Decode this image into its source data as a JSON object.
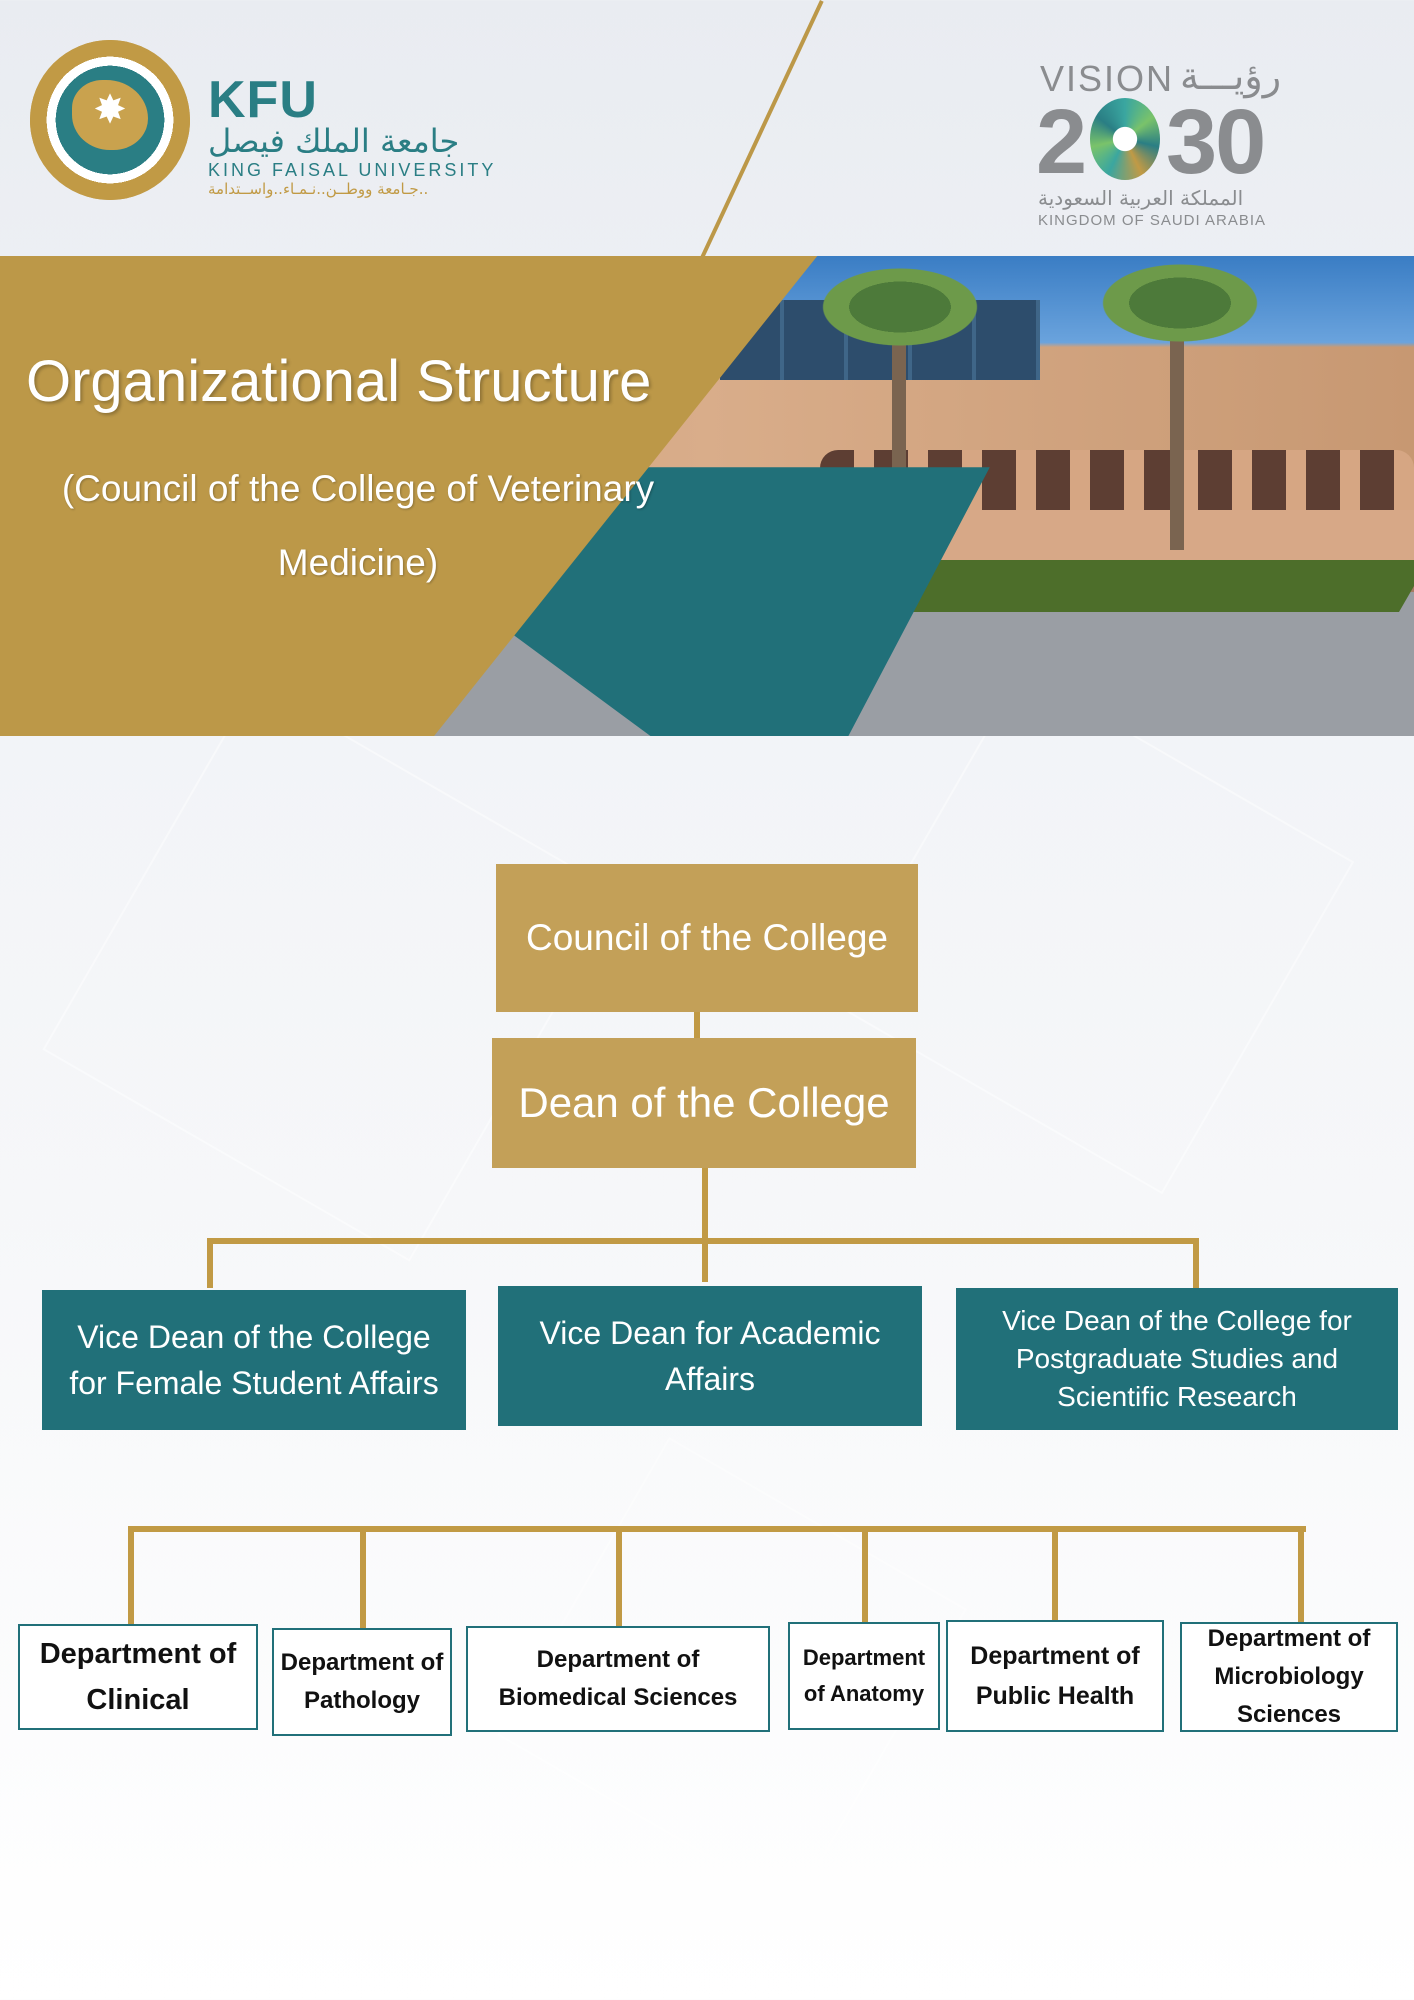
{
  "header": {
    "kfu_abbreviation": "KFU",
    "kfu_arabic_name": "جامعة الملك فيصل",
    "kfu_english_name": "KING FAISAL UNIVERSITY",
    "kfu_slogan": "جـامعة ووطــن..نـمـاء..واســتدامة..",
    "vision_word": "VISION",
    "vision_arabic": "رؤيـــة",
    "vision_digit_left": "2",
    "vision_digits_right": "30",
    "kingdom_arabic": "المملكة العربية السعودية",
    "kingdom_english": "KINGDOM OF SAUDI ARABIA"
  },
  "banner": {
    "title": "Organizational Structure",
    "subtitle": "(Council of the College of  Veterinary Medicine)"
  },
  "colors": {
    "gold": "#bc9848",
    "teal": "#217079"
  },
  "chart": {
    "council": "Council of the College",
    "dean": "Dean of the College",
    "vice_deans": [
      "Vice Dean of the College for Female Student Affairs",
      "Vice Dean for Academic Affairs",
      "Vice Dean of the College for Postgraduate Studies and Scientific Research"
    ],
    "departments": [
      "Department of Clinical",
      "Department of Pathology",
      "Department of Biomedical Sciences",
      "Department of Anatomy",
      "Department of Public Health",
      "Department of Microbiology Sciences"
    ]
  }
}
